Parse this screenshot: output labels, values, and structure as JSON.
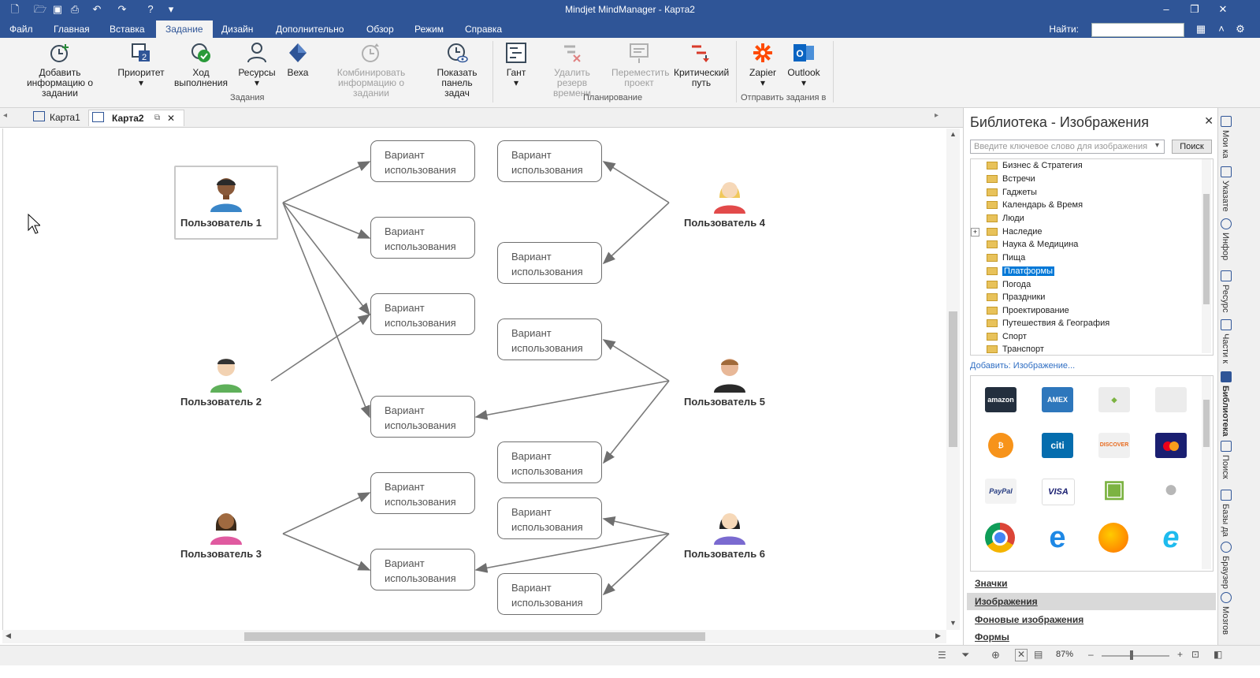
{
  "app": {
    "title": "Mindjet MindManager - Карта2"
  },
  "menu": {
    "tabs": [
      "Файл",
      "Главная",
      "Вставка",
      "Задание",
      "Дизайн",
      "Дополнительно",
      "Обзор",
      "Режим",
      "Справка"
    ],
    "active": "Задание",
    "find_label": "Найти:"
  },
  "ribbon": {
    "buttons": [
      "Добавить информацию о задании",
      "Приоритет",
      "Ход выполнения",
      "Ресурсы",
      "Веха",
      "Комбинировать информацию о задании",
      "Показать панель задач",
      "Гант",
      "Удалить резерв времени",
      "Переместить проект",
      "Критический путь",
      "Zapier",
      "Outlook"
    ],
    "groups": [
      "Задания",
      "Планирование",
      "Отправить задания в"
    ]
  },
  "doc_tabs": [
    "Карта1",
    "Карта2"
  ],
  "map": {
    "users": [
      "Пользователь 1",
      "Пользователь 2",
      "Пользователь 3",
      "Пользователь 4",
      "Пользователь 5",
      "Пользователь 6"
    ],
    "use_case_line1": "Вариант",
    "use_case_line2": "использования"
  },
  "panel": {
    "title": "Библиотека - Изображения",
    "search_placeholder": "Введите ключевое слово для изображения",
    "search_button": "Поиск",
    "folders": [
      "Бизнес & Стратегия",
      "Встречи",
      "Гаджеты",
      "Календарь & Время",
      "Люди",
      "Наследие",
      "Наука & Медицина",
      "Пища",
      "Платформы",
      "Погода",
      "Праздники",
      "Проектирование",
      "Путешествия & География",
      "Спорт",
      "Транспорт"
    ],
    "selected_folder": "Платформы",
    "add_link": "Добавить: Изображение...",
    "logos": [
      "amazon",
      "AMEX",
      "android",
      "apple",
      "bitcoin",
      "citi",
      "DISCOVER",
      "mastercard",
      "PayPal",
      "VISA",
      "android",
      "apple",
      "chrome",
      "edge",
      "firefox",
      "ie"
    ],
    "categories": [
      "Значки",
      "Изображения",
      "Фоновые изображения",
      "Формы"
    ],
    "active_category": "Изображения"
  },
  "side_tabs": [
    "Мои ка",
    "Указате",
    "Инфор",
    "Ресурс",
    "Части к",
    "Библиотека",
    "Поиск",
    "Базы да",
    "Браузер",
    "Мозгов"
  ],
  "status": {
    "zoom": "87%"
  },
  "colors": {
    "titlebar": "#2f5597",
    "accent": "#2f5597",
    "selection": "#0078d7"
  }
}
